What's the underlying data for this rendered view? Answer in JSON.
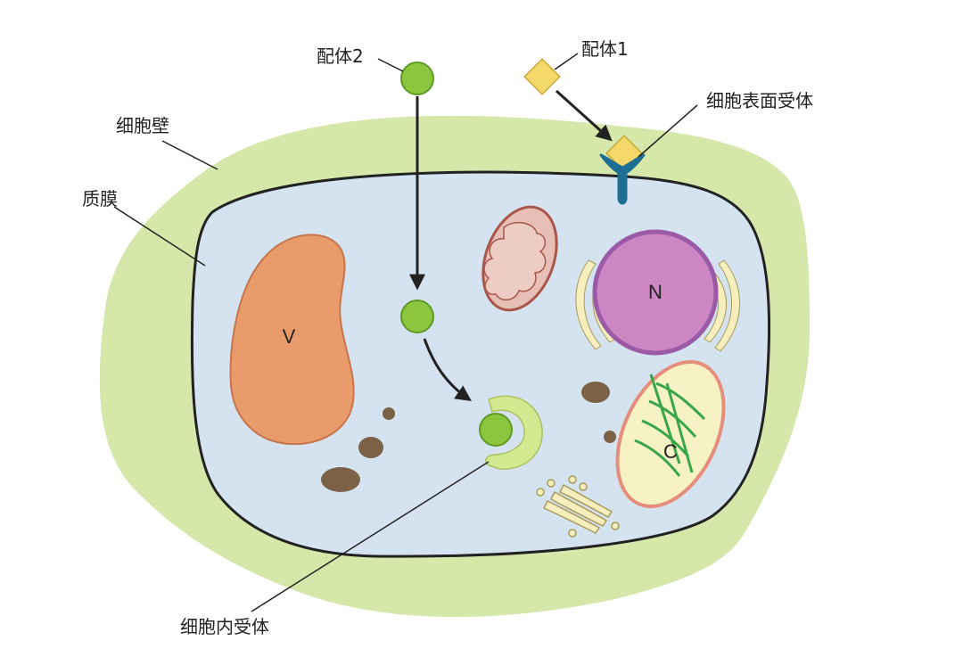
{
  "labels": {
    "ligand2": "配体2",
    "ligand1": "配体1",
    "cell_wall": "细胞壁",
    "cell_surface_receptor": "细胞表面受体",
    "plasma_membrane": "质膜",
    "intracellular_receptor": "细胞内受体"
  },
  "organelles": {
    "vacuole": "V",
    "nucleus": "N",
    "chloroplast": "C"
  },
  "colors": {
    "cell_wall": "#d5e8a9",
    "cytoplasm": "#d5e3f0",
    "membrane": "#222222",
    "vacuole": "#ea9b6c",
    "vacuole_edge": "#c7754c",
    "nucleus": "#cc86c4",
    "nucleus_edge": "#9a5aa6",
    "ligand_green": "#8cc63f",
    "ligand_green_edge": "#5f9a25",
    "ligand_yellow": "#f5d86a",
    "receptor_blue": "#1f6e93",
    "intracellular_receptor": "#d2e98f",
    "mitochondrion": "#e7bfb6",
    "mitochondrion_edge": "#a8564a",
    "chloroplast_fill": "#f7f1c6",
    "chloroplast_edge": "#e58e7c",
    "thylakoid": "#3aa64a",
    "golgi": "#f6efbd",
    "vesicle": "#7b6246"
  }
}
